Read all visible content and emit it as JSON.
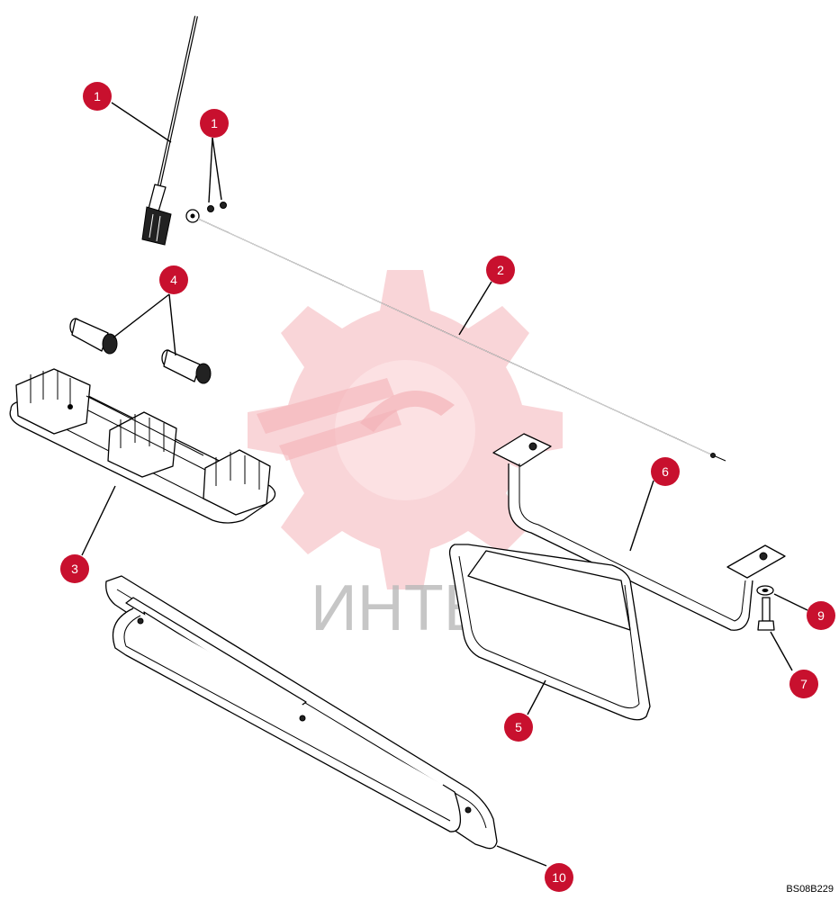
{
  "callouts": [
    {
      "label": "1"
    },
    {
      "label": "1"
    },
    {
      "label": "2"
    },
    {
      "label": "3"
    },
    {
      "label": "4"
    },
    {
      "label": "5"
    },
    {
      "label": "6"
    },
    {
      "label": "7"
    },
    {
      "label": "9"
    },
    {
      "label": "10"
    }
  ],
  "watermark": {
    "text": "ИНТЕХ"
  },
  "drawing_code": "BS08B229",
  "colors": {
    "callout": "#c8102e",
    "watermark": "#f4b3b8"
  }
}
